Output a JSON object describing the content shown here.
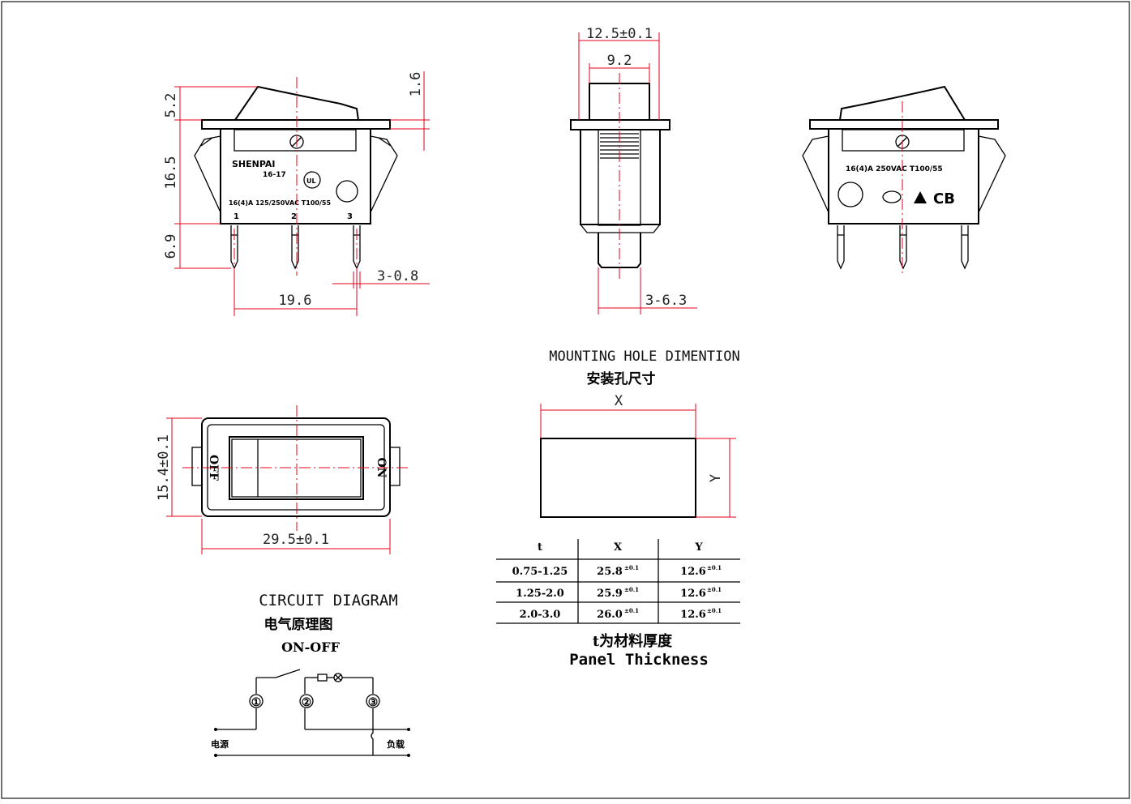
{
  "views": {
    "front": {
      "dims": {
        "rocker_h": "5.2",
        "body_h": "16.5",
        "pin_h": "6.9",
        "flange_t": "1.6",
        "pin_w": "3-0.8",
        "pitch": "19.6"
      },
      "marks": {
        "brand": "SHENPAI",
        "model": "16-17",
        "rating": "16(4)A 125/250VAC T100/55",
        "pin1": "1",
        "pin2": "2",
        "pin3": "3"
      }
    },
    "side": {
      "dims": {
        "width_top": "12.5±0.1",
        "rocker_w": "9.2",
        "pin_w": "3-6.3"
      }
    },
    "rear": {
      "marks": {
        "rating": "16(4)A 250VAC T100/55",
        "cb": "CB"
      }
    },
    "top": {
      "dims": {
        "height": "15.4±0.1",
        "width": "29.5±0.1"
      },
      "labels": {
        "off": "OFF",
        "on": "ON"
      }
    }
  },
  "mounting": {
    "title_en": "MOUNTING HOLE DIMENTION",
    "title_cn": "安装孔尺寸",
    "x_label": "X",
    "y_label": "Y",
    "table": {
      "headers": [
        "t",
        "X",
        "Y"
      ],
      "rows": [
        [
          "0.75-1.25",
          "25.8",
          "12.6"
        ],
        [
          "1.25-2.0",
          "25.9",
          "12.6"
        ],
        [
          "2.0-3.0",
          "26.0",
          "12.6"
        ]
      ],
      "tol": "±0.1"
    },
    "note_cn": "t为材料厚度",
    "note_en": "Panel Thickness"
  },
  "circuit": {
    "title_en": "CIRCUIT DIAGRAM",
    "title_cn": "电气原理图",
    "type": "ON-OFF",
    "terminals": [
      "①",
      "②",
      "③"
    ],
    "power_label": "电源",
    "load_label": "负载"
  }
}
